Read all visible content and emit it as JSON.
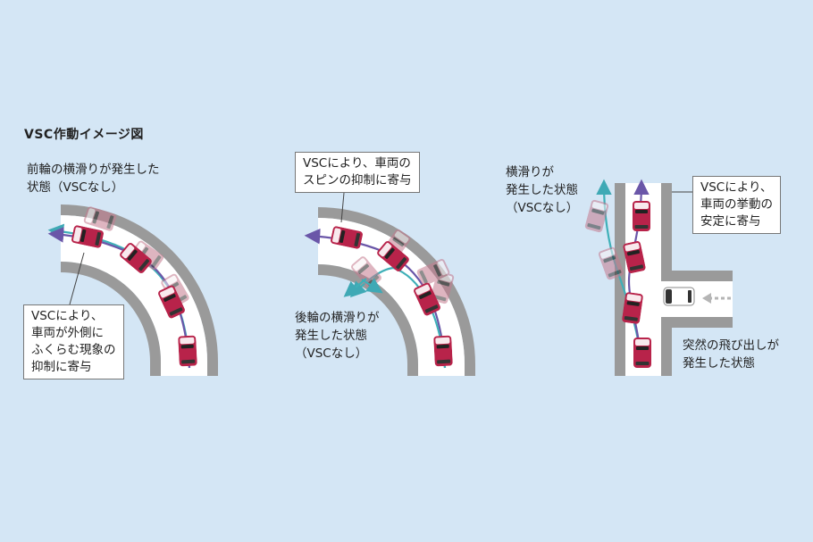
{
  "title": "VSC作動イメージ図",
  "panel1": {
    "without": [
      "前輪の横滑りが発生した",
      "状態（VSCなし）"
    ],
    "with": [
      "VSCにより、",
      "車両が外側に",
      "ふくらむ現象の",
      "抑制に寄与"
    ]
  },
  "panel2": {
    "with": [
      "VSCにより、車両の",
      "スピンの抑制に寄与"
    ],
    "without": [
      "後輪の横滑りが",
      "発生した状態",
      "（VSCなし）"
    ]
  },
  "panel3": {
    "without": [
      "横滑りが",
      "発生した状態",
      "（VSCなし）"
    ],
    "with": [
      "VSCにより、",
      "車両の挙動の",
      "安定に寄与"
    ],
    "event": [
      "突然の飛び出しが",
      "発生した状態"
    ]
  },
  "colors": {
    "background": "#d4e6f5",
    "road": "#ffffff",
    "curb": "#9a9a9a",
    "car_vsc": "#b8234a",
    "path_vsc": "#3f6fb5",
    "path_no_vsc": "#3fb0b8",
    "arrow_vsc": "#6a56a8",
    "arrow_no_vsc": "#3fa9b5",
    "arrow_crossing": "#b5b5b5"
  }
}
